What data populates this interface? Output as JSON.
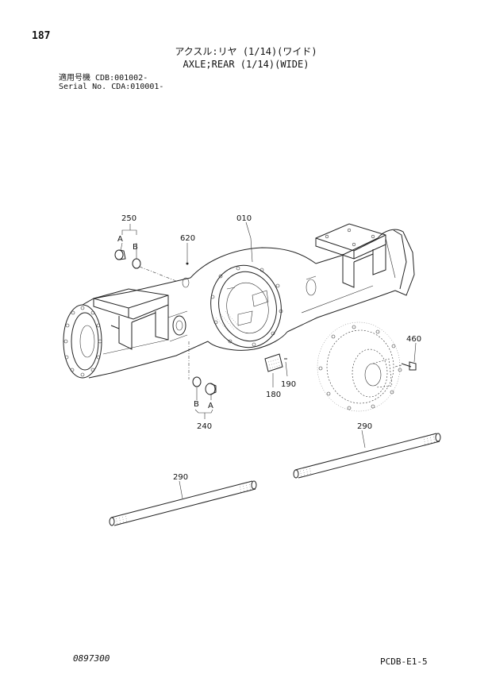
{
  "page_number": "187",
  "title_jp": "アクスル:リヤ (1/14)(ワイド)",
  "title_en": "AXLE;REAR (1/14)(WIDE)",
  "serial_lines": [
    "適用号機 CDB:001002-",
    "Serial No. CDA:010001-"
  ],
  "callouts": {
    "c250": "250",
    "c010": "010",
    "c620": "620",
    "c460": "460",
    "c180": "180",
    "c190": "190",
    "c240": "240",
    "c290_right": "290",
    "c290_left": "290",
    "a_top": "A",
    "b_top": "B",
    "a_bottom": "A",
    "b_bottom": "B"
  },
  "footer": {
    "left": "0897300",
    "right": "PCDB-E1-5"
  }
}
